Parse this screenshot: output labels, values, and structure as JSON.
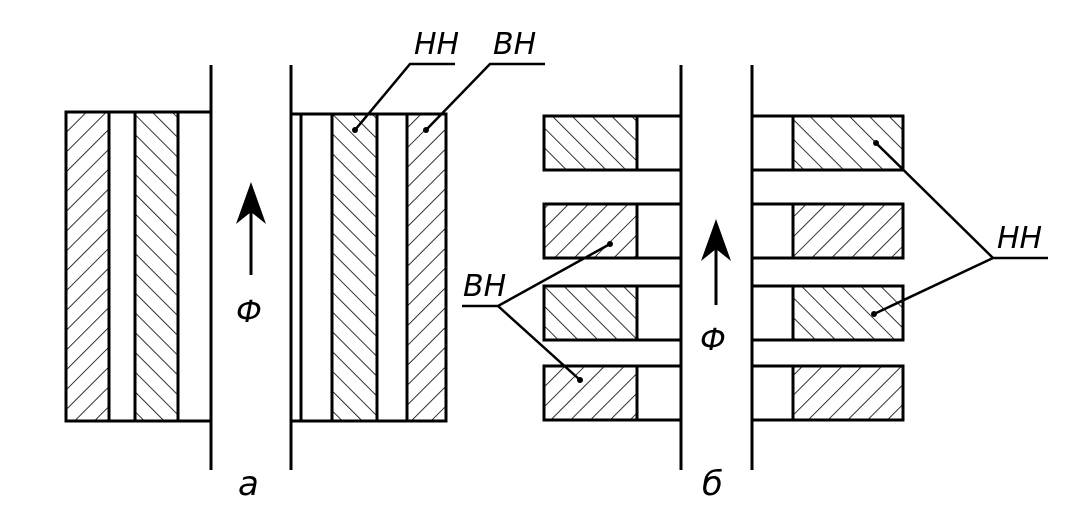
{
  "labels": {
    "nn": "НН",
    "vn": "ВН",
    "flux": "Ф",
    "sub_a": "а",
    "sub_b": "б"
  },
  "colors": {
    "ink": "#000000",
    "paper": "#ffffff"
  }
}
